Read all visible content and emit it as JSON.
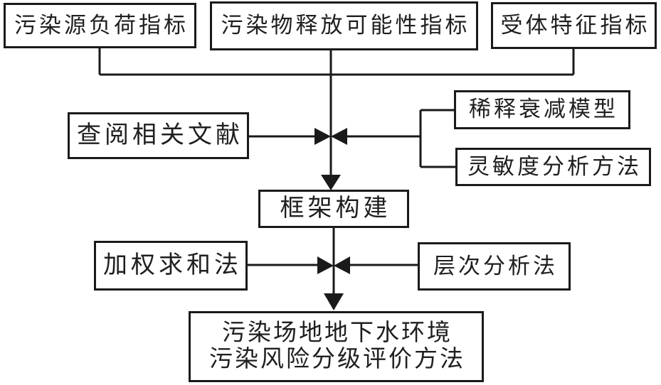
{
  "colors": {
    "background": "#ffffff",
    "line": "#1a1a1a",
    "text": "#1f1f1f"
  },
  "nodes": {
    "source_load": "污染源负荷指标",
    "release_possibility": "污染物释放可能性指标",
    "receptor_characteristic": "受体特征指标",
    "literature_review": "查阅相关文献",
    "dilution_attenuation_model": "稀释衰减模型",
    "sensitivity_analysis_method": "灵敏度分析方法",
    "framework_construction": "框架构建",
    "weighted_sum_method": "加权求和法",
    "analytic_hierarchy_process": "层次分析法",
    "final_method_line1": "污染场地地下水环境",
    "final_method_line2": "污染风险分级评价方法"
  }
}
